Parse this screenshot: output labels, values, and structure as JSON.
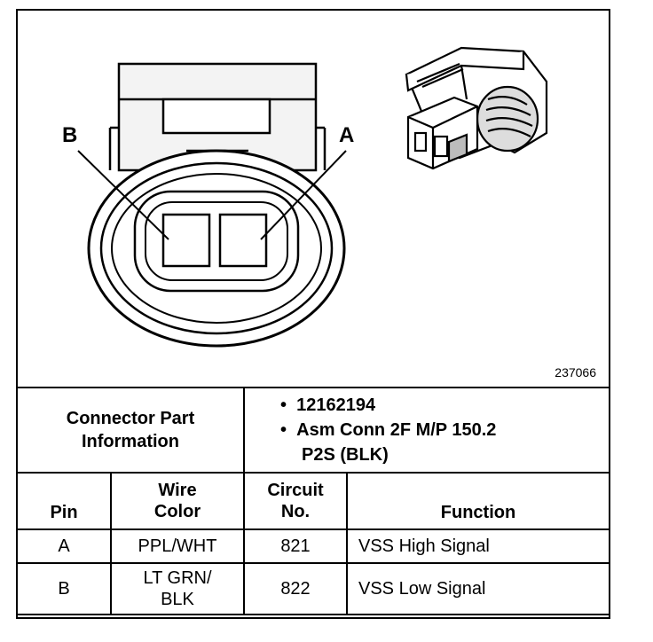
{
  "diagram": {
    "pin_label_b": "B",
    "pin_label_a": "A",
    "figure_number": "237066"
  },
  "connector_info": {
    "label_line1": "Connector Part",
    "label_line2": "Information",
    "bullet": "•",
    "part_number": "12162194",
    "description_line1": "Asm Conn 2F M/P 150.2",
    "description_line2": "P2S (BLK)"
  },
  "table": {
    "headers": {
      "pin": "Pin",
      "wire_color_line1": "Wire",
      "wire_color_line2": "Color",
      "circuit_line1": "Circuit",
      "circuit_line2": "No.",
      "function": "Function"
    },
    "rows": [
      {
        "pin": "A",
        "wire_line1": "PPL/WHT",
        "wire_line2": "",
        "circuit": "821",
        "function": "VSS High Signal"
      },
      {
        "pin": "B",
        "wire_line1": "LT GRN/",
        "wire_line2": "BLK",
        "circuit": "822",
        "function": "VSS Low Signal"
      }
    ]
  }
}
